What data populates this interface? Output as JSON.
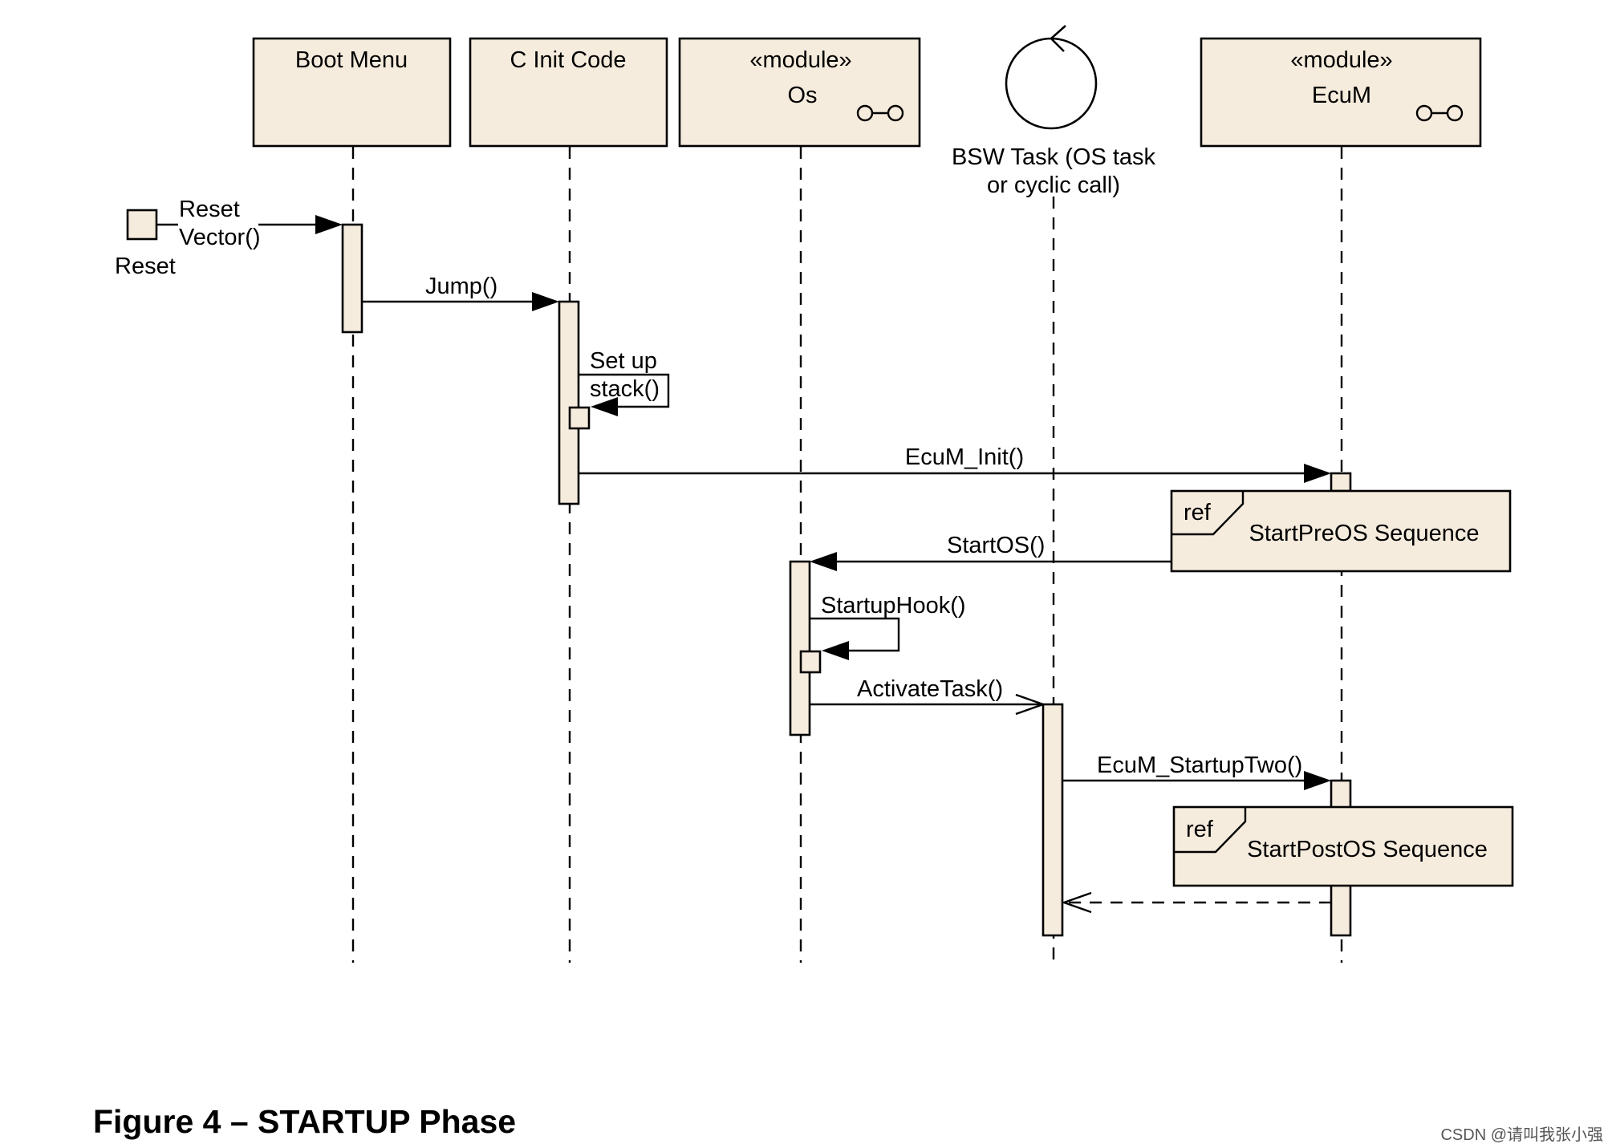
{
  "lifelines": [
    {
      "id": "boot",
      "stereotype": "",
      "name": "Boot Menu",
      "component_icon": false
    },
    {
      "id": "cinit",
      "stereotype": "",
      "name": "C Init Code",
      "component_icon": false
    },
    {
      "id": "os",
      "stereotype": "«module»",
      "name": "Os",
      "component_icon": true
    },
    {
      "id": "bsw",
      "stereotype": "",
      "name_lines": [
        "BSW Task (OS task",
        "or cyclic call)"
      ],
      "icon": "control-circle-icon"
    },
    {
      "id": "ecum",
      "stereotype": "«module»",
      "name": "EcuM",
      "component_icon": true
    }
  ],
  "actor": {
    "name": "Reset",
    "icon": "square-icon"
  },
  "messages": [
    {
      "id": "reset-vector",
      "from": "actor",
      "to": "boot",
      "label_lines": [
        "Reset",
        "Vector()"
      ],
      "kind": "sync"
    },
    {
      "id": "jump",
      "from": "boot",
      "to": "cinit",
      "label_lines": [
        "Jump()"
      ],
      "kind": "sync"
    },
    {
      "id": "setup-stack",
      "from": "cinit",
      "to": "cinit",
      "label_lines": [
        "Set up",
        "stack()"
      ],
      "kind": "self"
    },
    {
      "id": "ecum-init",
      "from": "cinit",
      "to": "ecum",
      "label_lines": [
        "EcuM_Init()"
      ],
      "kind": "sync"
    },
    {
      "id": "startos",
      "from": "ecum",
      "to": "os",
      "label_lines": [
        "StartOS()"
      ],
      "kind": "sync"
    },
    {
      "id": "startuphook",
      "from": "os",
      "to": "os",
      "label_lines": [
        "StartupHook()"
      ],
      "kind": "self"
    },
    {
      "id": "activatetask",
      "from": "os",
      "to": "bsw",
      "label_lines": [
        "ActivateTask()"
      ],
      "kind": "async"
    },
    {
      "id": "ecum-startuptwo",
      "from": "bsw",
      "to": "ecum",
      "label_lines": [
        "EcuM_StartupTwo()"
      ],
      "kind": "sync"
    },
    {
      "id": "return",
      "from": "ecum",
      "to": "bsw",
      "label_lines": [],
      "kind": "return"
    }
  ],
  "refs": [
    {
      "id": "ref-preos",
      "tag": "ref",
      "label": "StartPreOS Sequence"
    },
    {
      "id": "ref-postos",
      "tag": "ref",
      "label": "StartPostOS Sequence"
    }
  ],
  "caption": "Figure 4 – STARTUP Phase",
  "watermark": "CSDN @请叫我张小强",
  "colors": {
    "fill": "#f6ecdd",
    "stroke": "#000000"
  }
}
